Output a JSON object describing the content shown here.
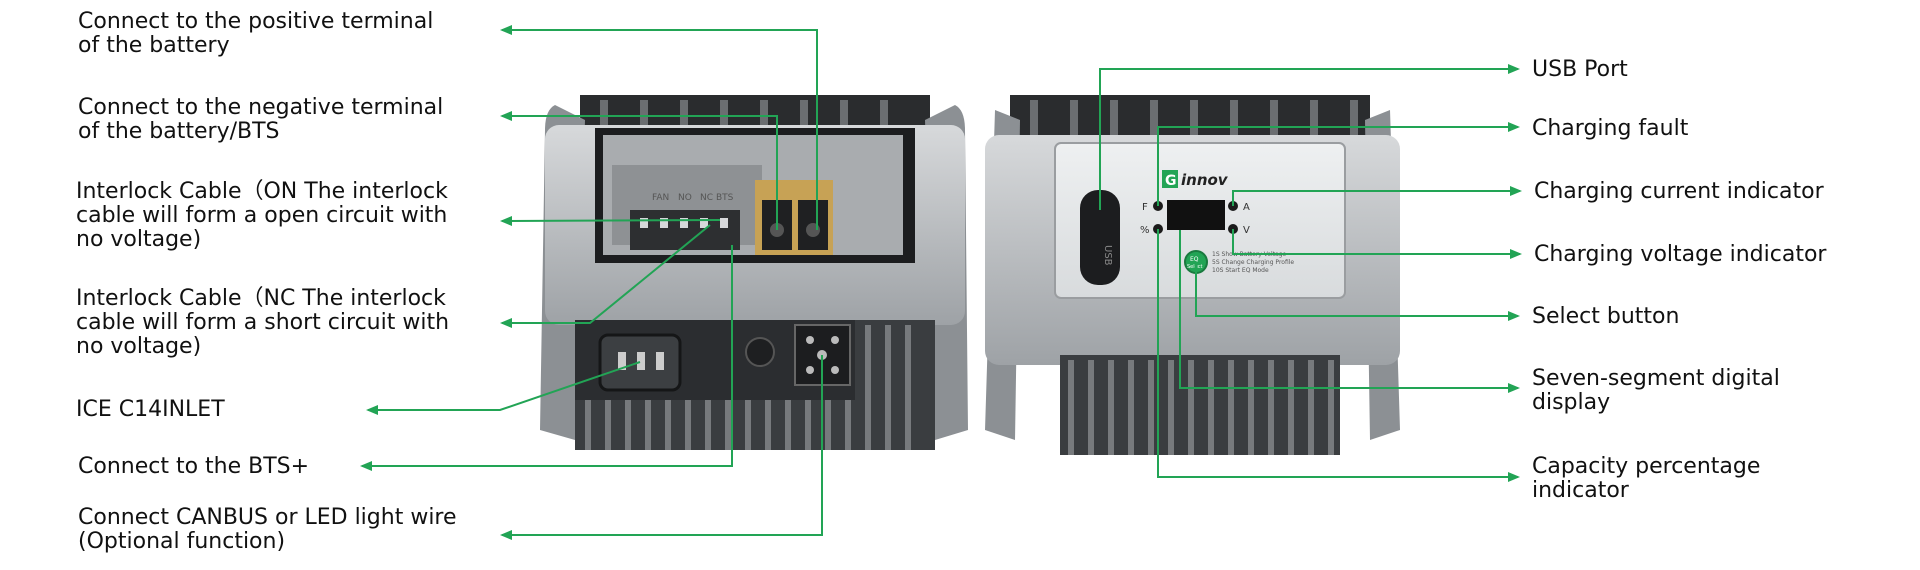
{
  "left_labels": {
    "positive_terminal": "Connect to the positive terminal\nof the battery",
    "negative_terminal": "Connect to the negative terminal\nof the battery/BTS",
    "interlock_on": "Interlock Cable（ON The interlock\ncable will form a open circuit with\nno voltage)",
    "interlock_nc": "Interlock Cable（NC The interlock\ncable will form a short circuit with\nno voltage)",
    "ice_inlet": "ICE  C14INLET",
    "bts_plus": "Connect to the BTS+",
    "canbus": "Connect CANBUS or LED light wire\n(Optional function)"
  },
  "right_labels": {
    "usb_port": "USB  Port",
    "charging_fault": "Charging  fault",
    "current_indicator": "Charging  current  indicator",
    "voltage_indicator": "Charging  voltage  indicator",
    "select_button": "Select  button",
    "seven_segment": "Seven-segment  digital\ndisplay",
    "capacity_indicator": "Capacity  percentage\nindicator"
  },
  "device_left": {
    "terminal_labels": [
      "FAN",
      "NO",
      "NC",
      "BTS"
    ]
  },
  "device_right": {
    "brand_mark": "G",
    "brand_text": "innov",
    "led_labels": [
      "F",
      "%",
      "A",
      "V"
    ],
    "usb_text": "USB",
    "button_text": "EQ",
    "button_sub": "Select",
    "mode_lines": [
      "1S  Show  Battery  Voltage",
      "5S  Change  Charging  Profile",
      "10S  Start  EQ  Mode"
    ]
  },
  "colors": {
    "leader": "#22a455",
    "housing": "#b9bcbf",
    "fins": "#2a2c2e"
  }
}
